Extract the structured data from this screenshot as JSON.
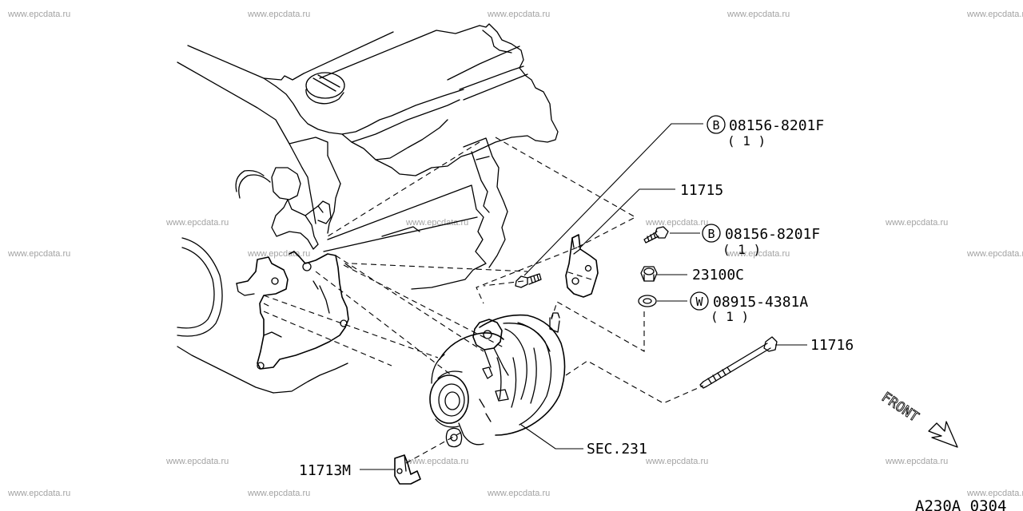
{
  "watermark": {
    "text": "www.epcdata.ru"
  },
  "callouts": {
    "bolt_upper": {
      "circle_letter": "B",
      "part_number": "08156-8201F",
      "quantity": "( 1 )"
    },
    "adjusting_bracket": {
      "part_number": "11715"
    },
    "bolt_right": {
      "circle_letter": "B",
      "part_number": "08156-8201F",
      "quantity": "( 1 )"
    },
    "nut": {
      "part_number": "23100C"
    },
    "washer": {
      "circle_letter": "W",
      "part_number": "08915-4381A",
      "quantity": "( 1 )"
    },
    "long_bolt": {
      "part_number": "11716"
    },
    "alternator_section": {
      "part_number": "SEC.231"
    },
    "clip": {
      "part_number": "11713M"
    }
  },
  "front_indicator": {
    "label": "FRONT"
  },
  "figure_code": "A230A 0304",
  "colors": {
    "line": "#000000",
    "background": "#ffffff",
    "watermark": "#a3a3a3"
  }
}
